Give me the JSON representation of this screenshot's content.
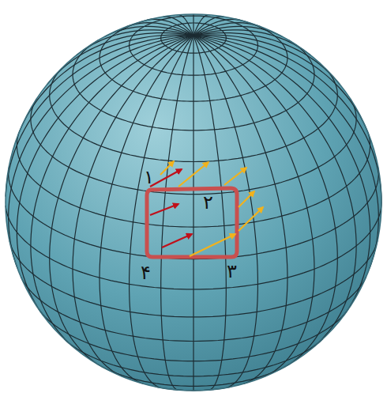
{
  "diagram": {
    "labels": [
      "۱",
      "۲",
      "۳",
      "۴"
    ]
  }
}
